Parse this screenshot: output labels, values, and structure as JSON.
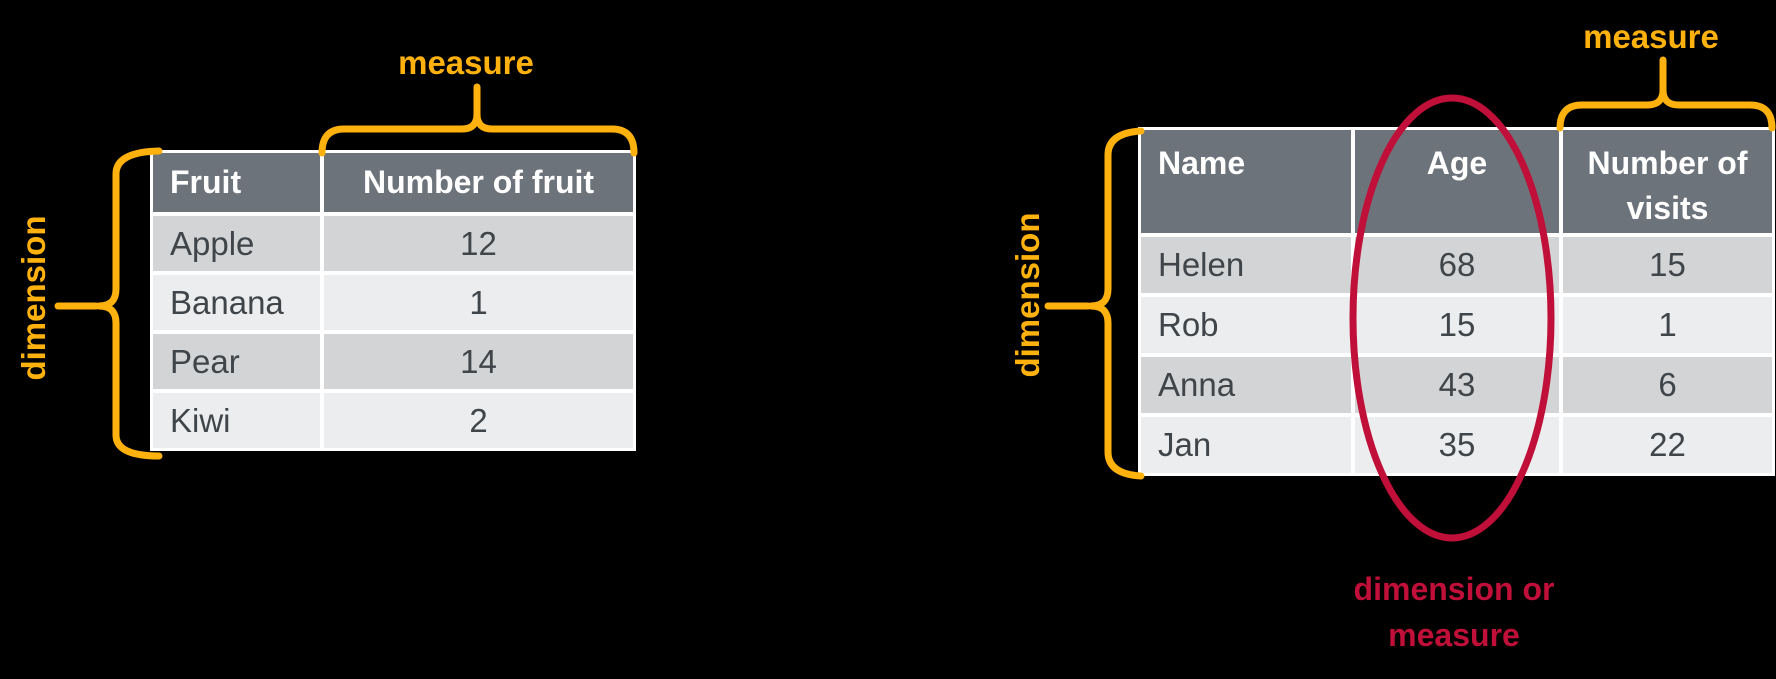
{
  "background_color": "#000000",
  "colors": {
    "annotation_orange": "#FFB10E",
    "annotation_red": "#C00F38",
    "table_header_bg": "#6D737A",
    "table_row_dark": "#D3D4D6",
    "table_row_light": "#ECEDEF",
    "table_header_text": "#FFFFFF",
    "table_cell_text": "#404549"
  },
  "annotations": {
    "left_measure": "measure",
    "left_dimension": "dimension",
    "right_measure": "measure",
    "right_dimension": "dimension",
    "circle_note_line1": "dimension or",
    "circle_note_line2": "measure"
  },
  "left_table": {
    "headers": [
      "Fruit",
      "Number of fruit"
    ],
    "rows": [
      [
        "Apple",
        "12"
      ],
      [
        "Banana",
        "1"
      ],
      [
        "Pear",
        "14"
      ],
      [
        "Kiwi",
        "2"
      ]
    ]
  },
  "right_table": {
    "headers": [
      "Name",
      "Age",
      "Number of visits"
    ],
    "rows": [
      [
        "Helen",
        "68",
        "15"
      ],
      [
        "Rob",
        "15",
        "1"
      ],
      [
        "Anna",
        "43",
        "6"
      ],
      [
        "Jan",
        "35",
        "22"
      ]
    ]
  }
}
